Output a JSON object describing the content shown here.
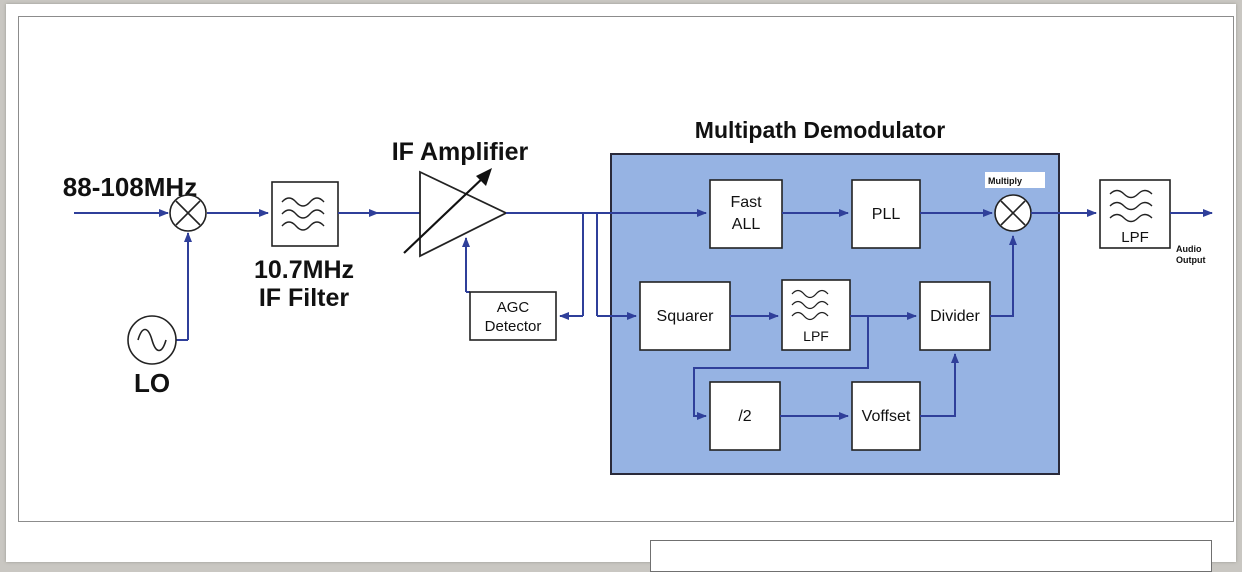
{
  "diagram": {
    "input_label": "88-108MHz",
    "lo_label": "LO",
    "if_filter_label_1": "10.7MHz",
    "if_filter_label_2": "IF Filter",
    "if_amp_label": "IF Amplifier",
    "agc_label_1": "AGC",
    "agc_label_2": "Detector",
    "demod_title": "Multipath Demodulator",
    "fast_all_1": "Fast",
    "fast_all_2": "ALL",
    "pll_label": "PLL",
    "multiply_label": "Multiply",
    "squarer_label": "Squarer",
    "lpf_inner_label": "LPF",
    "divider_label": "Divider",
    "half_label": "/2",
    "voffset_label": "Voffset",
    "lpf_out_label": "LPF",
    "audio_1": "Audio",
    "audio_2": "Output"
  },
  "colors": {
    "wire": "#2f3f9a",
    "demod_fill": "#96b3e3",
    "block_stroke": "#222222"
  },
  "icons": [
    "mixer-icon",
    "oscillator-icon",
    "filter-icon",
    "amplifier-icon",
    "arrow-icon"
  ]
}
